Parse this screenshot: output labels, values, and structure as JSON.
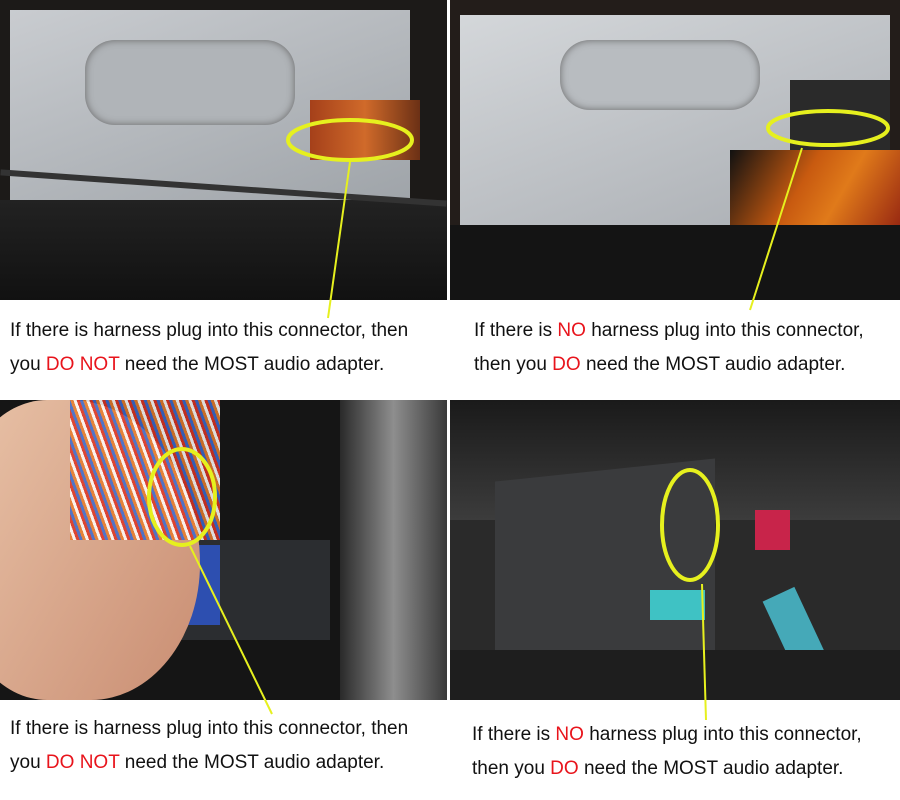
{
  "panels": [
    {
      "caption_line1": [
        "If there is harness plug into this connector, then"
      ],
      "caption_line2": [
        "you ",
        "DO NOT",
        " need the MOST audio adapter."
      ]
    },
    {
      "caption_line1": [
        "If there is ",
        "NO",
        " harness plug into this connector,"
      ],
      "caption_line2": [
        "then you ",
        "DO",
        " need the MOST audio adapter."
      ]
    },
    {
      "caption_line1": [
        "If there is harness plug into this connector, then"
      ],
      "caption_line2": [
        "you ",
        "DO NOT",
        " need the MOST audio adapter."
      ]
    },
    {
      "caption_line1": [
        "If there is ",
        "NO",
        " harness plug into this connector,"
      ],
      "caption_line2": [
        "then you ",
        "DO",
        " need the MOST audio adapter."
      ]
    }
  ],
  "colors": {
    "highlight": "#e6f01e",
    "emphasis": "#e8141c"
  }
}
